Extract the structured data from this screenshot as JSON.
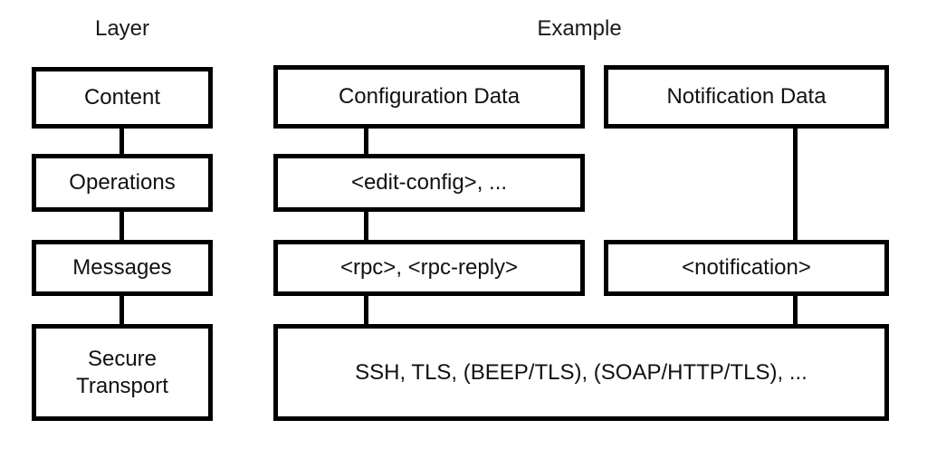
{
  "diagram": {
    "title_columns": [
      {
        "id": "layer",
        "label": "Layer"
      },
      {
        "id": "example",
        "label": "Example"
      }
    ],
    "layers": [
      {
        "id": "content",
        "label": "Content"
      },
      {
        "id": "operations",
        "label": "Operations"
      },
      {
        "id": "messages",
        "label": "Messages"
      },
      {
        "id": "transport",
        "label": "Secure\nTransport"
      }
    ],
    "examples": {
      "configuration_data": "Configuration Data",
      "notification_data": "Notification Data",
      "edit_config": "<edit-config>, ...",
      "rpc": "<rpc>, <rpc-reply>",
      "notification": "<notification>",
      "transport": "SSH, TLS, (BEEP/TLS), (SOAP/HTTP/TLS), ..."
    },
    "colors": {
      "stroke": "#000000",
      "fill": "#ffffff",
      "text": "#111111"
    }
  }
}
